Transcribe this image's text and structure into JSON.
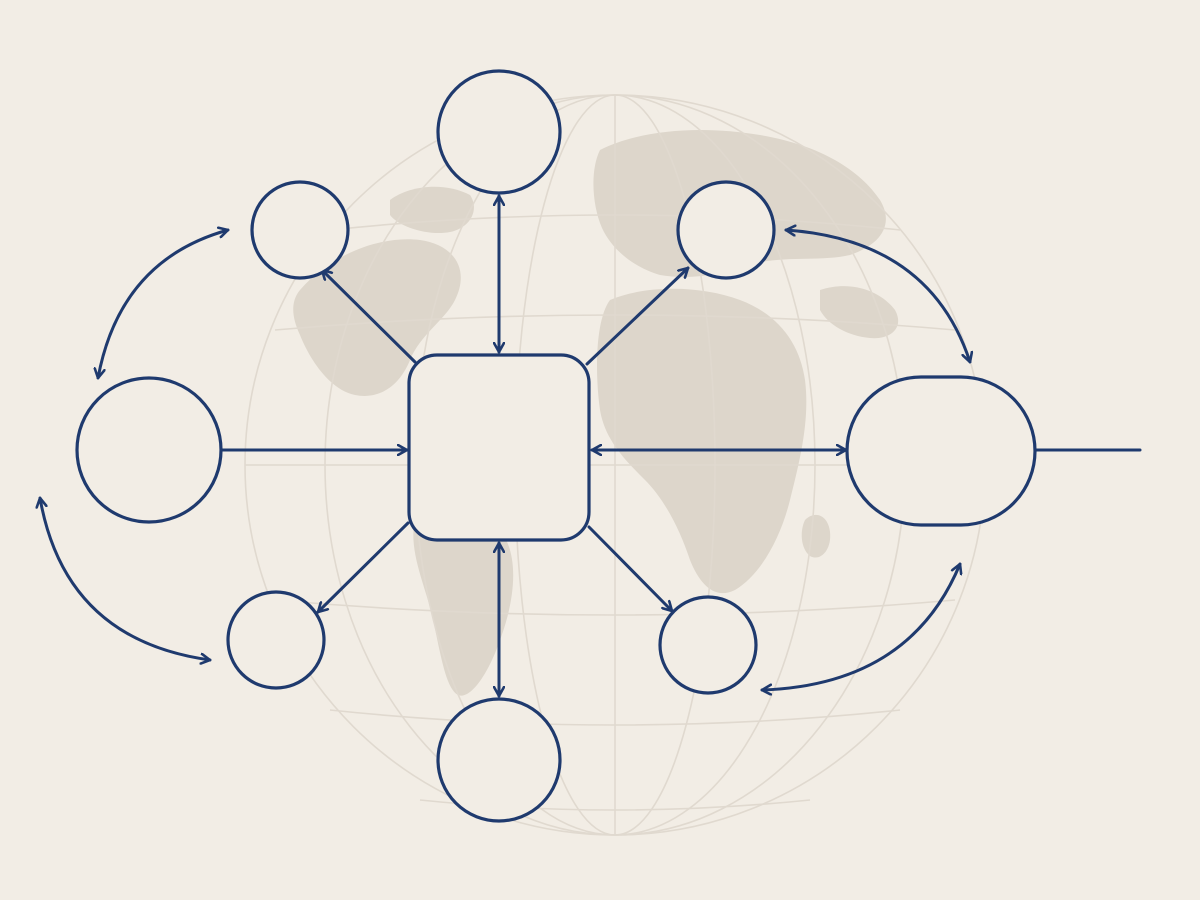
{
  "diagram": {
    "type": "hub-and-spoke network",
    "colors": {
      "background": "#f2ede5",
      "stroke": "#1f3a6e",
      "globe": "#e0d9cf",
      "land": "#ddd6cb"
    },
    "background_icon": "world-globe",
    "hub": {
      "shape": "rounded-square",
      "label": ""
    },
    "nodes": [
      {
        "id": "top",
        "shape": "circle",
        "label": ""
      },
      {
        "id": "upper-left",
        "shape": "circle",
        "label": ""
      },
      {
        "id": "upper-right",
        "shape": "circle",
        "label": ""
      },
      {
        "id": "left",
        "shape": "circle",
        "label": ""
      },
      {
        "id": "right",
        "shape": "pill",
        "label": ""
      },
      {
        "id": "lower-left",
        "shape": "circle",
        "label": ""
      },
      {
        "id": "lower-right",
        "shape": "circle",
        "label": ""
      },
      {
        "id": "bottom",
        "shape": "circle",
        "label": ""
      }
    ],
    "links": [
      {
        "from": "hub",
        "to": "top",
        "arrows": "both"
      },
      {
        "from": "hub",
        "to": "upper-left",
        "arrows": "end"
      },
      {
        "from": "hub",
        "to": "upper-right",
        "arrows": "end"
      },
      {
        "from": "left",
        "to": "hub",
        "arrows": "end"
      },
      {
        "from": "hub",
        "to": "right",
        "arrows": "both"
      },
      {
        "from": "hub",
        "to": "lower-left",
        "arrows": "end"
      },
      {
        "from": "hub",
        "to": "lower-right",
        "arrows": "end"
      },
      {
        "from": "hub",
        "to": "bottom",
        "arrows": "both"
      },
      {
        "from": "upper-left",
        "to": "left",
        "arrows": "both",
        "curved": true
      },
      {
        "from": "left",
        "to": "lower-left",
        "arrows": "both",
        "curved": true
      },
      {
        "from": "upper-right",
        "to": "right",
        "arrows": "both",
        "curved": true
      },
      {
        "from": "right",
        "to": "lower-right",
        "arrows": "both",
        "curved": true
      },
      {
        "from": "right",
        "to": "outside",
        "arrows": "none"
      }
    ]
  }
}
